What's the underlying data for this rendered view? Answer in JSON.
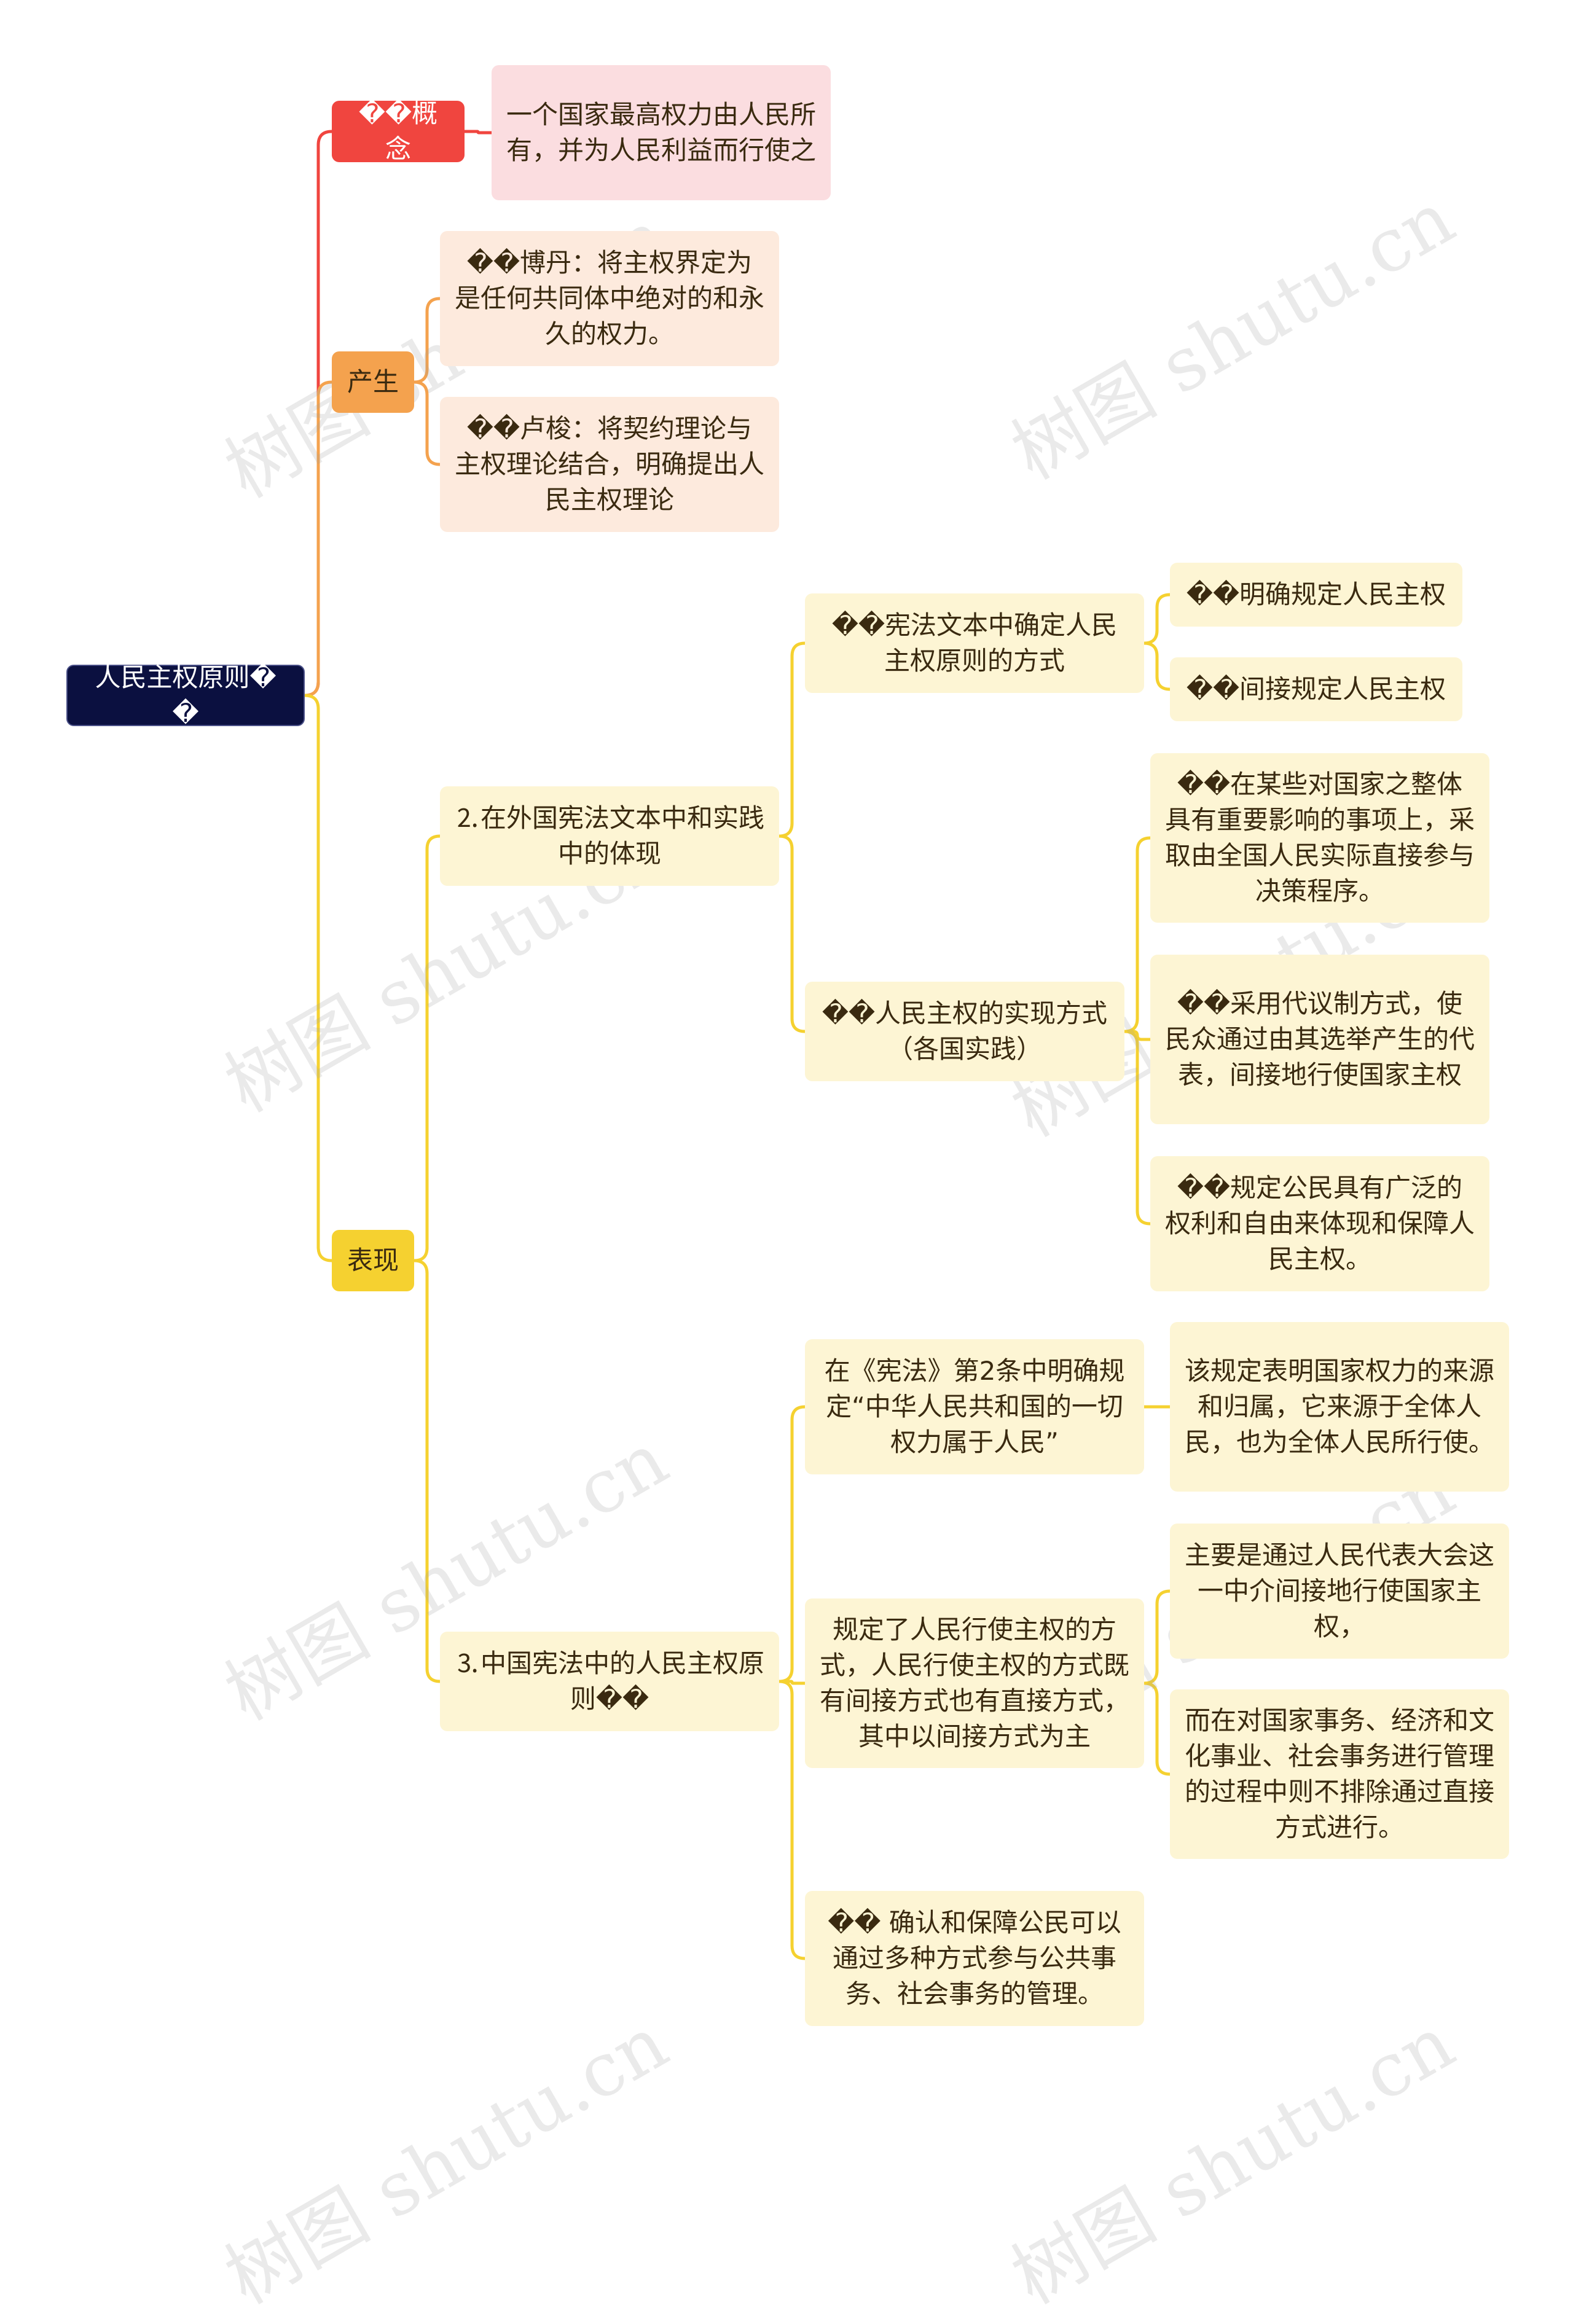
{
  "colors": {
    "red": "#f0453f",
    "orange": "#f4a24e",
    "yellow": "#f5d130",
    "root_bg": "#0b1040"
  },
  "watermark": "树图 shutu.cn",
  "mindmap": {
    "root": "人民主权原则��",
    "branches": {
      "concept": {
        "label": "��概念",
        "text": "一个国家最高权力由人民所有，并为人民利益而行使之"
      },
      "origin": {
        "label": "产生",
        "bodin": "��博丹：将主权界定为是任何共同体中绝对的和永久的权力。",
        "rousseau": "��卢梭：将契约理论与主权理论结合，明确提出人民主权理论"
      },
      "manifestation": {
        "label": "表现",
        "foreign": {
          "label": "⒉在外国宪法文本中和实践中的体现",
          "text_ways": {
            "label": "��宪法文本中确定人民主权原则的方式",
            "explicit": "��明确规定人民主权",
            "indirect": "��间接规定人民主权"
          },
          "practice": {
            "label": "��人民主权的实现方式（各国实践）",
            "direct": "��在某些对国家之整体具有重要影响的事项上，采取由全国人民实际直接参与决策程序。",
            "representative": "��采用代议制方式，使民众通过由其选举产生的代表，间接地行使国家主权",
            "rights": "��规定公民具有广泛的权利和自由来体现和保障人民主权。"
          }
        },
        "china": {
          "label": "⒊中国宪法中的人民主权原则��",
          "article2": {
            "label": "在《宪法》第2条中明确规定“中华人民共和国的一切权力属于人民”",
            "meaning": "该规定表明国家权力的来源和归属，它来源于全体人民，也为全体人民所行使。"
          },
          "ways": {
            "label": "规定了人民行使主权的方式，人民行使主权的方式既有间接方式也有直接方式，其中以间接方式为主",
            "indirect": "主要是通过人民代表大会这一中介间接地行使国家主权，",
            "direct": "而在对国家事务、经济和文化事业、社会事务进行管理的过程中则不排除通过直接方式进行。"
          },
          "participation": "�� 确认和保障公民可以通过多种方式参与公共事务、社会事务的管理。"
        }
      }
    }
  }
}
